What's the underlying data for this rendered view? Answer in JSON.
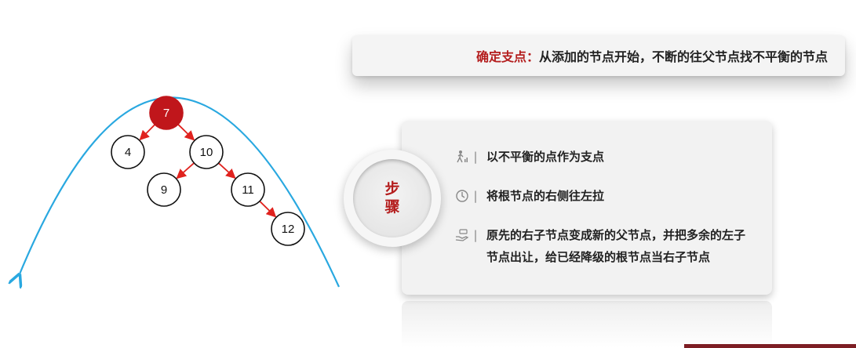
{
  "banner": {
    "highlight": "确定支点：",
    "text": "从添加的节点开始，不断的往父节点找不平衡的节点"
  },
  "badge": {
    "char1": "步",
    "char2": "骤"
  },
  "steps": [
    {
      "icon": "walking-person-icon",
      "text": "以不平衡的点作为支点"
    },
    {
      "icon": "clock-icon",
      "text": "将根节点的右侧往左拉"
    },
    {
      "icon": "hand-money-icon",
      "text": "原先的右子节点变成新的父节点，并把多余的左子节点出让，给已经降级的根节点当右子节点"
    }
  ],
  "tree": {
    "nodes": [
      {
        "id": "n7",
        "label": "7",
        "root": true
      },
      {
        "id": "n4",
        "label": "4"
      },
      {
        "id": "n10",
        "label": "10"
      },
      {
        "id": "n9",
        "label": "9"
      },
      {
        "id": "n11",
        "label": "11"
      },
      {
        "id": "n12",
        "label": "12"
      }
    ],
    "edges": [
      [
        "n7",
        "n4"
      ],
      [
        "n7",
        "n10"
      ],
      [
        "n10",
        "n9"
      ],
      [
        "n10",
        "n11"
      ],
      [
        "n11",
        "n12"
      ]
    ]
  },
  "colors": {
    "root_fill": "#c0161b",
    "edge": "#e0221e",
    "curve": "#29a8e0",
    "accent_text": "#b41d1d"
  }
}
